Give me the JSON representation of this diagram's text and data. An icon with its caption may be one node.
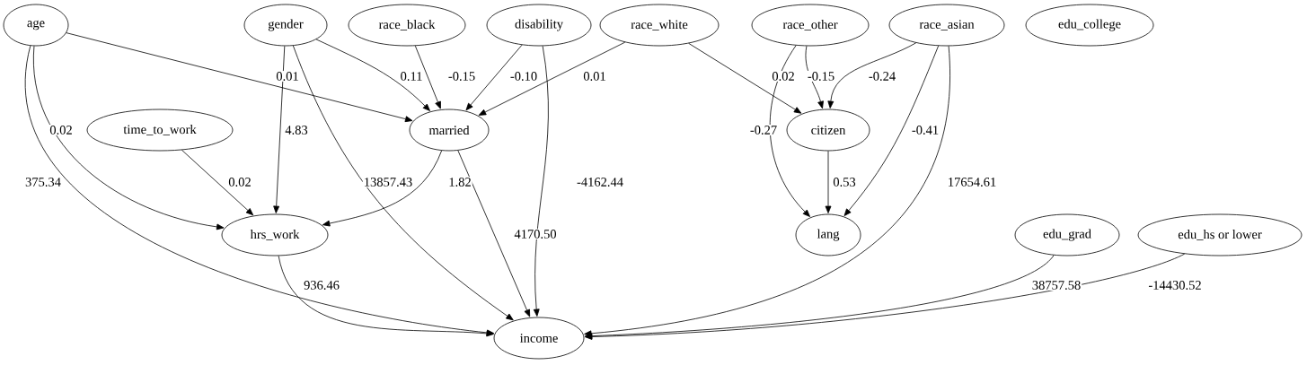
{
  "diagram": {
    "nodes": [
      {
        "text": [
          "age"
        ]
      },
      {
        "text": [
          "gender"
        ]
      },
      {
        "text": [
          "race_black"
        ]
      },
      {
        "text": [
          "disability"
        ]
      },
      {
        "text": [
          "race_white"
        ]
      },
      {
        "text": [
          "race_other"
        ]
      },
      {
        "text": [
          "race_asian"
        ]
      },
      {
        "text": [
          "edu_college"
        ]
      },
      {
        "text": [
          "time_to_work"
        ]
      },
      {
        "text": [
          "married"
        ]
      },
      {
        "text": [
          "citizen"
        ]
      },
      {
        "text": [
          "hrs_work"
        ]
      },
      {
        "text": [
          "lang"
        ]
      },
      {
        "text": [
          "edu_grad"
        ]
      },
      {
        "text": [
          "edu_hs or lower"
        ]
      },
      {
        "text": [
          "income"
        ]
      }
    ],
    "edges": [
      {
        "from": 0,
        "to": 9,
        "arrow": "to",
        "label": "0.01"
      },
      {
        "from": 0,
        "to": 11,
        "arrow": "to",
        "label": "0.02"
      },
      {
        "from": 0,
        "to": 15,
        "arrow": "to",
        "label": "375.34"
      },
      {
        "from": 1,
        "to": 11,
        "arrow": "to",
        "label": "4.83"
      },
      {
        "from": 1,
        "to": 9,
        "arrow": "to",
        "label": "0.11"
      },
      {
        "from": 1,
        "to": 15,
        "arrow": "to",
        "label": "13857.43"
      },
      {
        "from": 2,
        "to": 9,
        "arrow": "to",
        "label": "-0.15"
      },
      {
        "from": 3,
        "to": 9,
        "arrow": "to",
        "label": "-0.10"
      },
      {
        "from": 3,
        "to": 15,
        "arrow": "to",
        "label": "-4162.44"
      },
      {
        "from": 4,
        "to": 9,
        "arrow": "to",
        "label": "0.01"
      },
      {
        "from": 4,
        "to": 10,
        "arrow": "to",
        "label": "0.02"
      },
      {
        "from": 5,
        "to": 10,
        "arrow": "to",
        "label": "-0.15"
      },
      {
        "from": 5,
        "to": 12,
        "arrow": "to",
        "label": "-0.27"
      },
      {
        "from": 6,
        "to": 10,
        "arrow": "to",
        "label": "-0.24"
      },
      {
        "from": 6,
        "to": 12,
        "arrow": "to",
        "label": "-0.41"
      },
      {
        "from": 6,
        "to": 15,
        "arrow": "to",
        "label": "17654.61"
      },
      {
        "from": 8,
        "to": 11,
        "arrow": "to",
        "label": "0.02"
      },
      {
        "from": 9,
        "to": 11,
        "arrow": "to",
        "label": "1.82"
      },
      {
        "from": 9,
        "to": 15,
        "arrow": "to",
        "label": "4170.50"
      },
      {
        "from": 10,
        "to": 12,
        "arrow": "to",
        "label": "0.53"
      },
      {
        "from": 11,
        "to": 15,
        "arrow": "to",
        "label": "936.46"
      },
      {
        "from": 13,
        "to": 15,
        "arrow": "to",
        "label": "38757.58"
      },
      {
        "from": 14,
        "to": 15,
        "arrow": "to",
        "label": "-14430.52"
      }
    ]
  }
}
